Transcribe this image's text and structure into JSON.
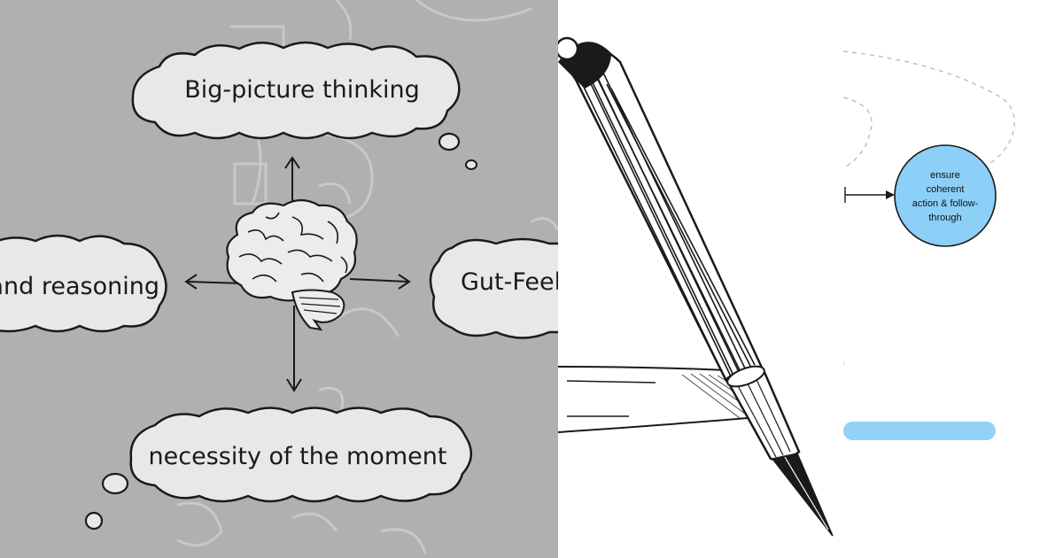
{
  "mindmap": {
    "top": "Big-picture thinking",
    "left": "and reasoning",
    "right": "Gut-Feel",
    "bottom": "necessity of the moment"
  },
  "flow": {
    "node_line1": "ensure",
    "node_line2": "coherent",
    "node_line3": "action & follow-",
    "node_line4": "through"
  },
  "colors": {
    "left_bg": "#b0b0b0",
    "cloud_fill": "#e8e8e8",
    "node_fill": "#8ccff7",
    "bar_fill": "#92d2f7"
  }
}
